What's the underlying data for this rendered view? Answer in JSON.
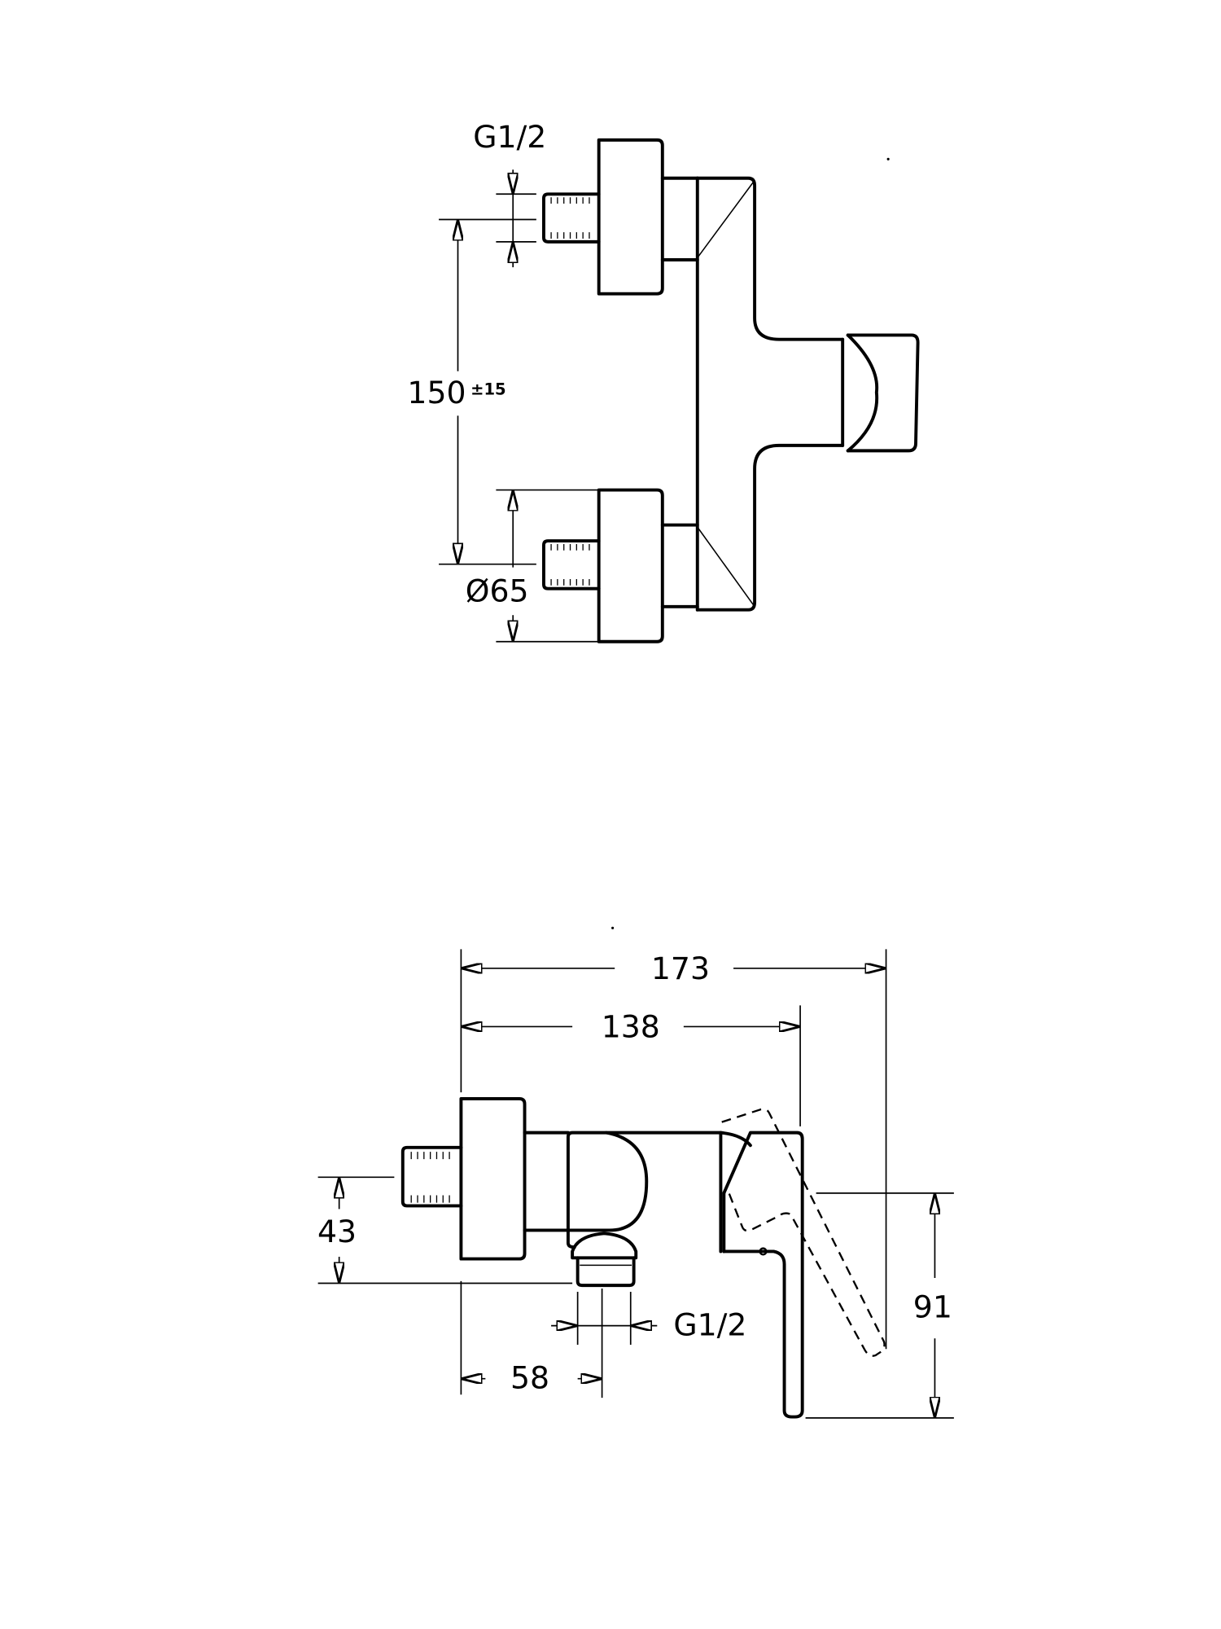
{
  "top_view": {
    "thread_label": "G1/2",
    "center_distance": "150",
    "center_tolerance": "±15",
    "flange_diameter": "Ø65"
  },
  "side_view": {
    "overall_depth": "173",
    "handle_depth": "138",
    "inlet_height": "43",
    "outlet_thread": "G1/2",
    "outlet_offset": "58",
    "handle_height": "91"
  }
}
